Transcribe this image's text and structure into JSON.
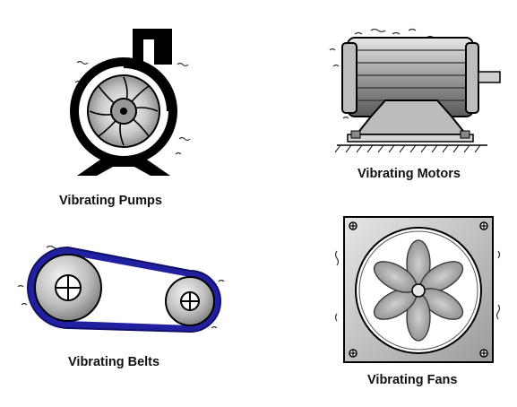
{
  "items": [
    {
      "id": "pumps",
      "label": "Vibrating Pumps",
      "icon": "pump-icon"
    },
    {
      "id": "motors",
      "label": "Vibrating Motors",
      "icon": "motor-icon"
    },
    {
      "id": "belts",
      "label": "Vibrating Belts",
      "icon": "belt-drive-icon"
    },
    {
      "id": "fans",
      "label": "Vibrating Fans",
      "icon": "fan-icon"
    }
  ],
  "colors": {
    "outline": "#000000",
    "metal_light": "#d8d8d8",
    "metal_mid": "#a8a8a8",
    "metal_dark": "#6a6a6a",
    "belt": "#2020a0",
    "background": "#ffffff"
  }
}
